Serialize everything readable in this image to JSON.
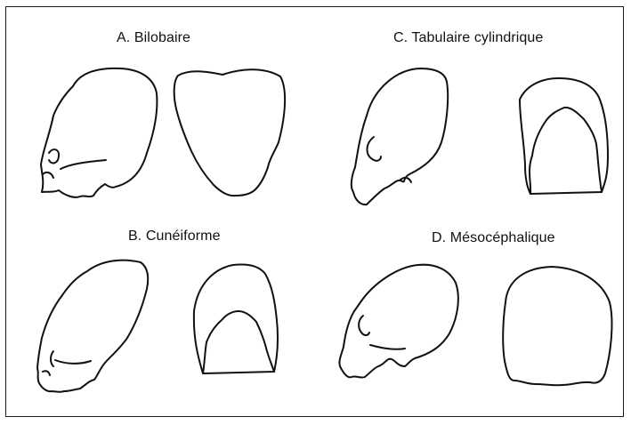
{
  "panels": {
    "a": {
      "label": "A. Bilobaire"
    },
    "b": {
      "label": "B. Cunéiforme"
    },
    "c": {
      "label": "C. Tabulaire cylindrique"
    },
    "d": {
      "label": "D. Mésocéphalique"
    }
  },
  "colors": {
    "stroke": "#111111",
    "frame": "#1a1a1a",
    "background": "#ffffff"
  }
}
